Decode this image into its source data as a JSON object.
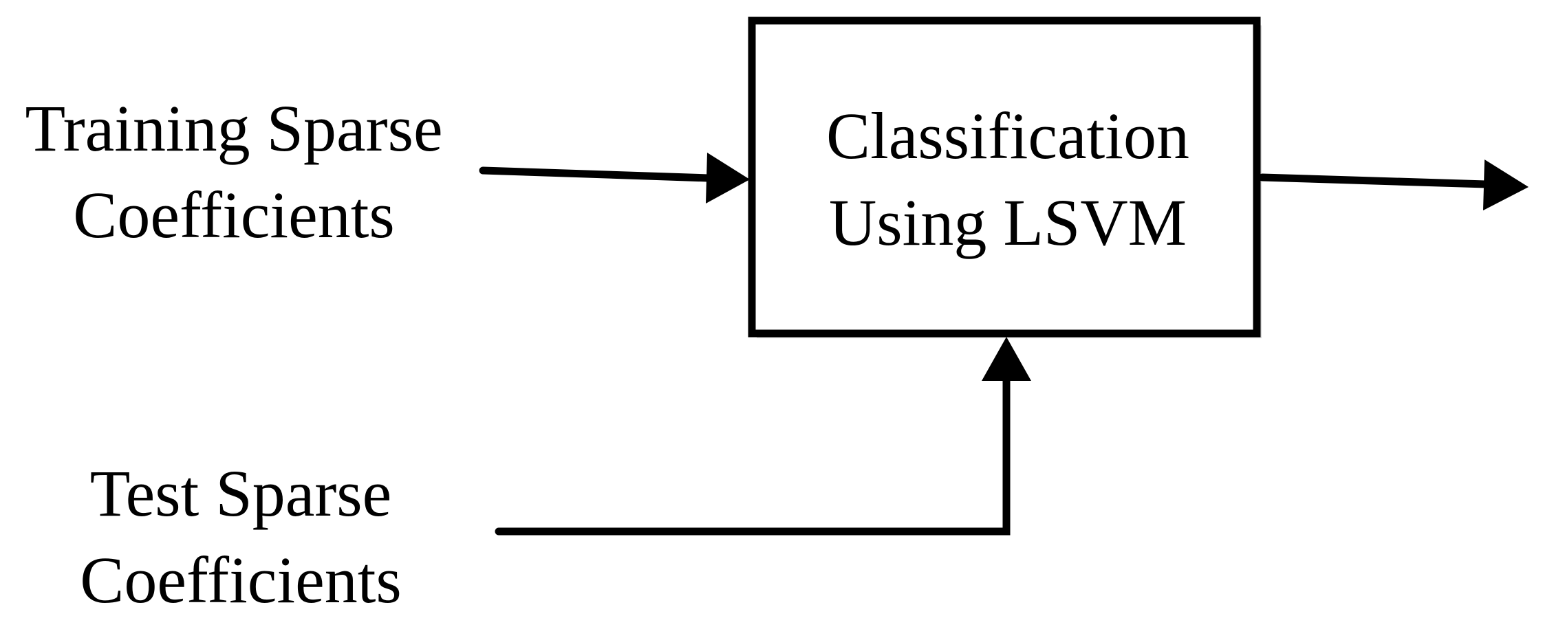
{
  "inputs": {
    "training": {
      "line1": "Training Sparse",
      "line2": "Coefficients"
    },
    "test": {
      "line1": "Test Sparse",
      "line2": "Coefficients"
    }
  },
  "classifier": {
    "line1": "Classification",
    "line2": "Using LSVM"
  },
  "colors": {
    "stroke": "#000000",
    "background": "#ffffff"
  }
}
